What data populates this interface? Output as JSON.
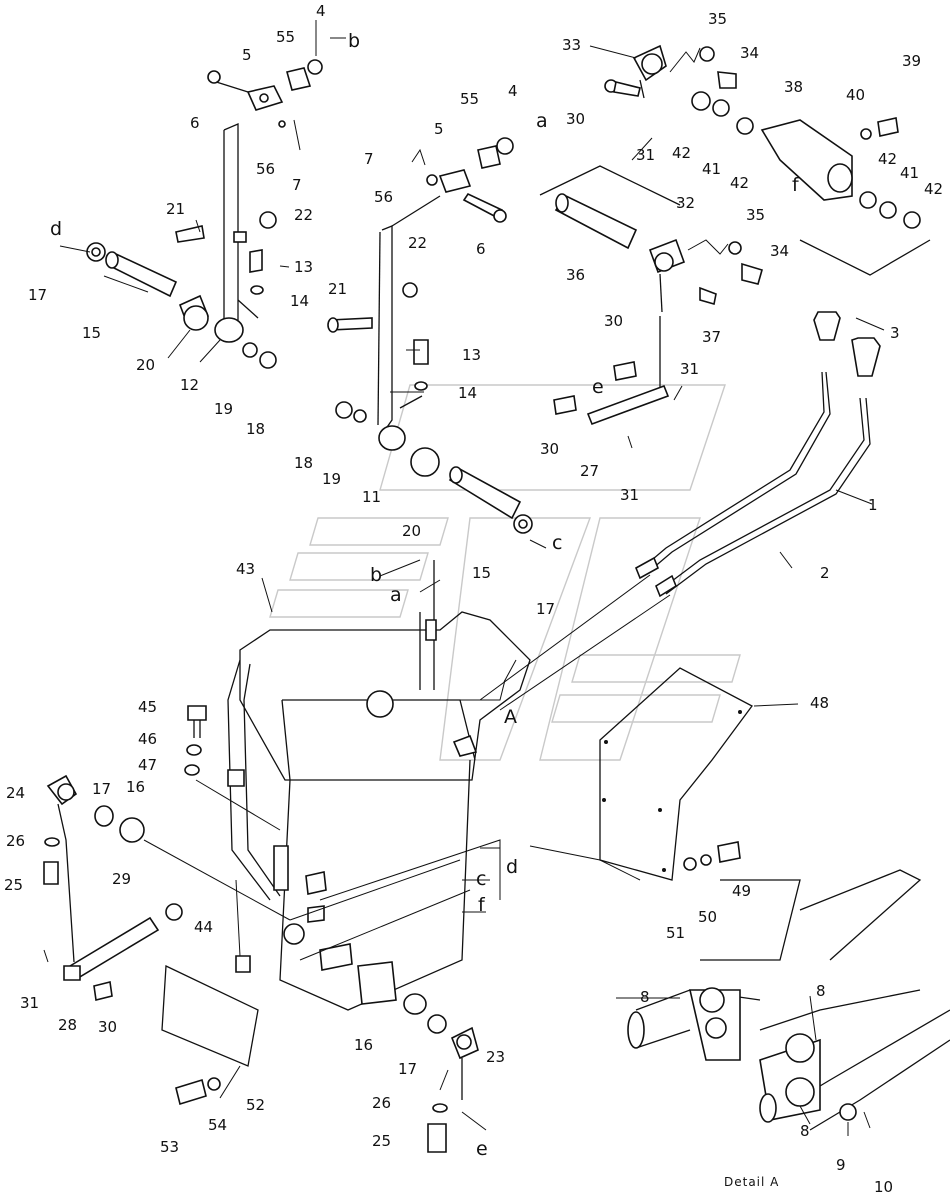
{
  "labels": {
    "l4a": "4",
    "l55a": "55",
    "lb1": "b",
    "l5a": "5",
    "l6a": "6",
    "l56a": "56",
    "l7a": "7",
    "l7b": "7",
    "l56b": "56",
    "l5b": "5",
    "l55b": "55",
    "l4b": "4",
    "la1": "a",
    "l6b": "6",
    "l33": "33",
    "l35a": "35",
    "l34a": "34",
    "l30a": "30",
    "l31a": "31",
    "l42a": "42",
    "l41a": "41",
    "l42b": "42",
    "l38": "38",
    "l40": "40",
    "l39": "39",
    "lf1": "f",
    "l42c": "42",
    "l41b": "41",
    "l42d": "42",
    "ld1": "d",
    "l17a": "17",
    "l15a": "15",
    "l21a": "21",
    "l22a": "22",
    "l13a": "13",
    "l14a": "14",
    "l20a": "20",
    "l12": "12",
    "l19a": "19",
    "l18a": "18",
    "l22b": "22",
    "l21b": "21",
    "l13b": "13",
    "l14b": "14",
    "l18b": "18",
    "l19b": "19",
    "l11": "11",
    "l36": "36",
    "l32": "32",
    "l35b": "35",
    "l34b": "34",
    "l37": "37",
    "l30b": "30",
    "l31b": "31",
    "le1": "e",
    "l30c": "30",
    "l27": "27",
    "l31c": "31",
    "l3": "3",
    "l1": "1",
    "l2": "2",
    "l20b": "20",
    "lc1": "c",
    "l15b": "15",
    "l17b": "17",
    "l43": "43",
    "lb2": "b",
    "la2": "a",
    "lA": "A",
    "l48": "48",
    "l45": "45",
    "l46": "46",
    "l47": "47",
    "l24": "24",
    "l17c": "17",
    "l16a": "16",
    "l26a": "26",
    "l25a": "25",
    "l29": "29",
    "l44": "44",
    "l31d": "31",
    "l28": "28",
    "l30d": "30",
    "ld2": "d",
    "lc2": "c",
    "lf2": "f",
    "l51": "51",
    "l50": "50",
    "l49": "49",
    "l16b": "16",
    "l17d": "17",
    "l23": "23",
    "l26b": "26",
    "l25b": "25",
    "le2": "e",
    "l53": "53",
    "l54": "54",
    "l52": "52",
    "l8a": "8",
    "l8b": "8",
    "l8c": "8",
    "l9": "9",
    "l10": "10",
    "detail": "Detail  A"
  }
}
